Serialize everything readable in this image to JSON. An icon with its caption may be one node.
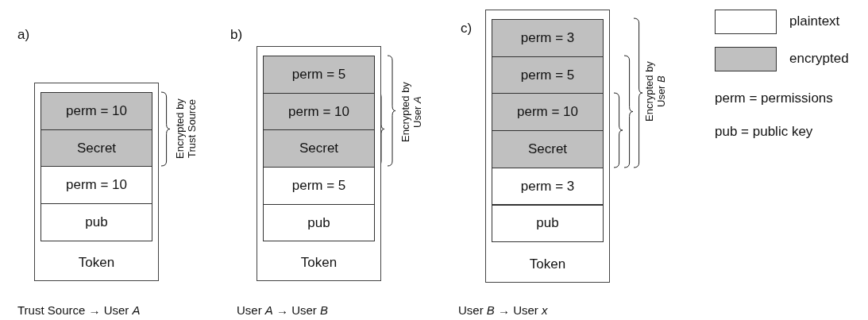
{
  "diagram": {
    "nodes": [
      {
        "text": [
          "Token"
        ],
        "beside": [
          "Trust Source → User *A*"
        ]
      },
      {
        "text": [
          "perm = 10"
        ],
        "in": 0
      },
      {
        "text": [
          "Secret"
        ],
        "in": 0
      },
      {
        "text": [
          "perm = 10"
        ],
        "in": 0
      },
      {
        "text": [
          "pub"
        ],
        "in": 0
      },
      {
        "text": [
          "Token"
        ],
        "beside": [
          "User *A* → User *B*"
        ]
      },
      {
        "text": [
          "perm = 5"
        ],
        "in": 5
      },
      {
        "text": [
          "perm = 10"
        ],
        "in": 5
      },
      {
        "text": [
          "Secret"
        ],
        "in": 5
      },
      {
        "text": [
          "perm = 5"
        ],
        "in": 5
      },
      {
        "text": [
          "pub"
        ],
        "in": 5
      },
      {
        "text": [
          "Token"
        ],
        "beside": [
          "User *B* → User *x*"
        ]
      },
      {
        "text": [
          "perm = 3"
        ],
        "in": 11
      },
      {
        "text": [
          "perm = 5"
        ],
        "in": 11
      },
      {
        "text": [
          "perm = 10"
        ],
        "in": 11
      },
      {
        "text": [
          "Secret"
        ],
        "in": 11
      },
      {
        "text": [
          "perm = 3"
        ],
        "in": 11
      },
      {
        "text": [
          "pub"
        ],
        "in": 11
      }
    ],
    "edges": [],
    "labels": [
      "a)",
      "b)",
      "c)",
      "Encrypted by Trust Source",
      "Encrypted by User *A*",
      "Encrypted by User *B*",
      "perm = permissions",
      "pub = public key"
    ],
    "legend": [
      {
        "text": "plaintext",
        "color": "#ffffff"
      },
      {
        "text": "encrypted",
        "color": "#c0c0c0"
      }
    ]
  }
}
